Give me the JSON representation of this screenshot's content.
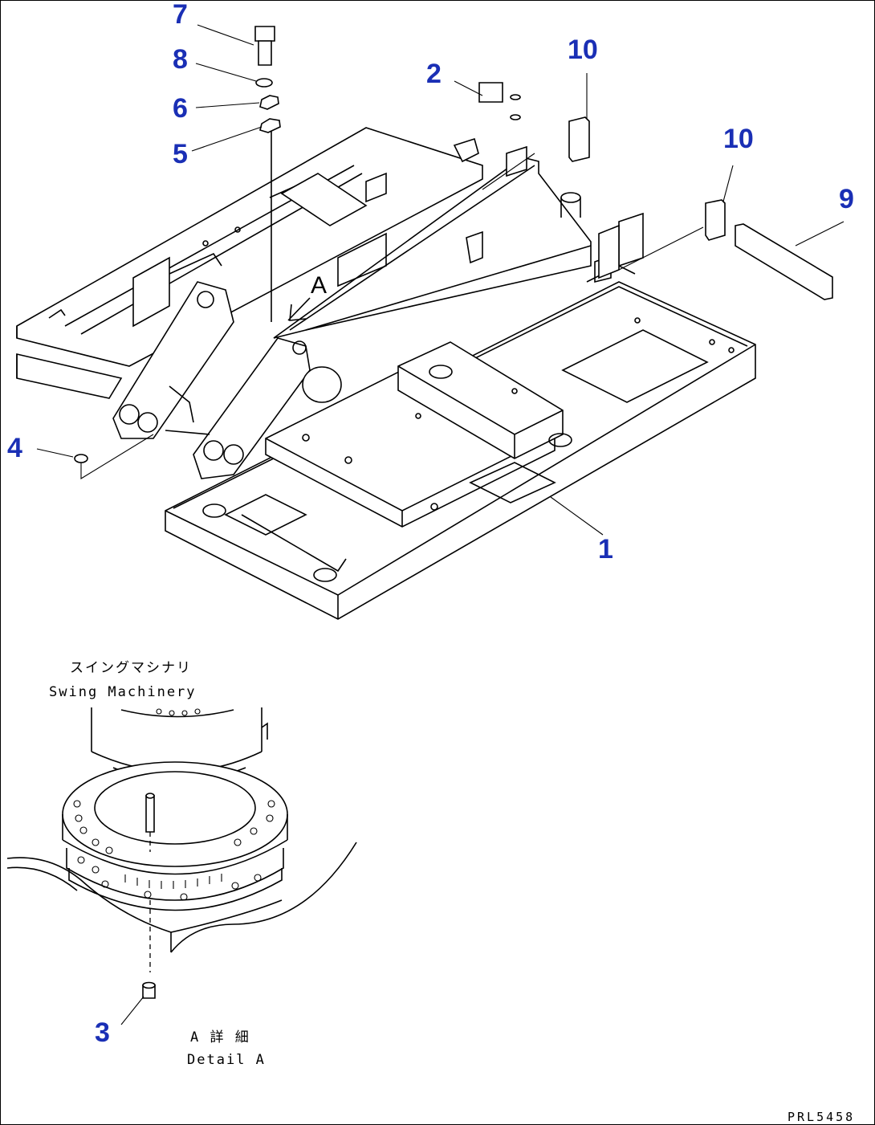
{
  "callouts": {
    "c1": "1",
    "c2": "2",
    "c3": "3",
    "c4": "4",
    "c5": "5",
    "c6": "6",
    "c7": "7",
    "c8": "8",
    "c9": "9",
    "c10a": "10",
    "c10b": "10"
  },
  "view_marker": "A",
  "detail": {
    "swing_jp": "スイングマシナリ",
    "swing_en": "Swing Machinery",
    "detail_jp": "A 詳 細",
    "detail_en": "Detail A"
  },
  "drawing_ref": "PRL5458",
  "colors": {
    "callout": "#1a2fb5",
    "line": "#000000"
  }
}
